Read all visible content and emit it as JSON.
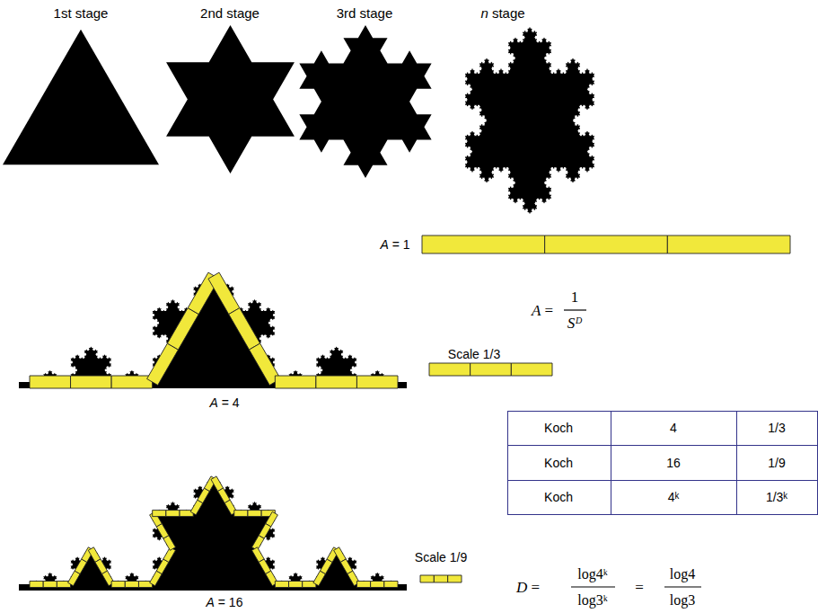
{
  "diagram": {
    "labels": [
      "1st stage",
      "2nd stage",
      "3rd stage",
      "n stage",
      "A = 1",
      "Scale 1/3",
      "A = 4",
      "A =",
      "1",
      "Sᴰ",
      "Koch",
      "4",
      "1/3",
      "Koch",
      "16",
      "1/9",
      "Koch",
      "4ᵏ",
      "1/3ᵏ",
      "Scale 1/9",
      "A = 16",
      "D =",
      "log4ᵏ",
      "log3ᵏ",
      "=",
      "log4",
      "log3"
    ]
  }
}
